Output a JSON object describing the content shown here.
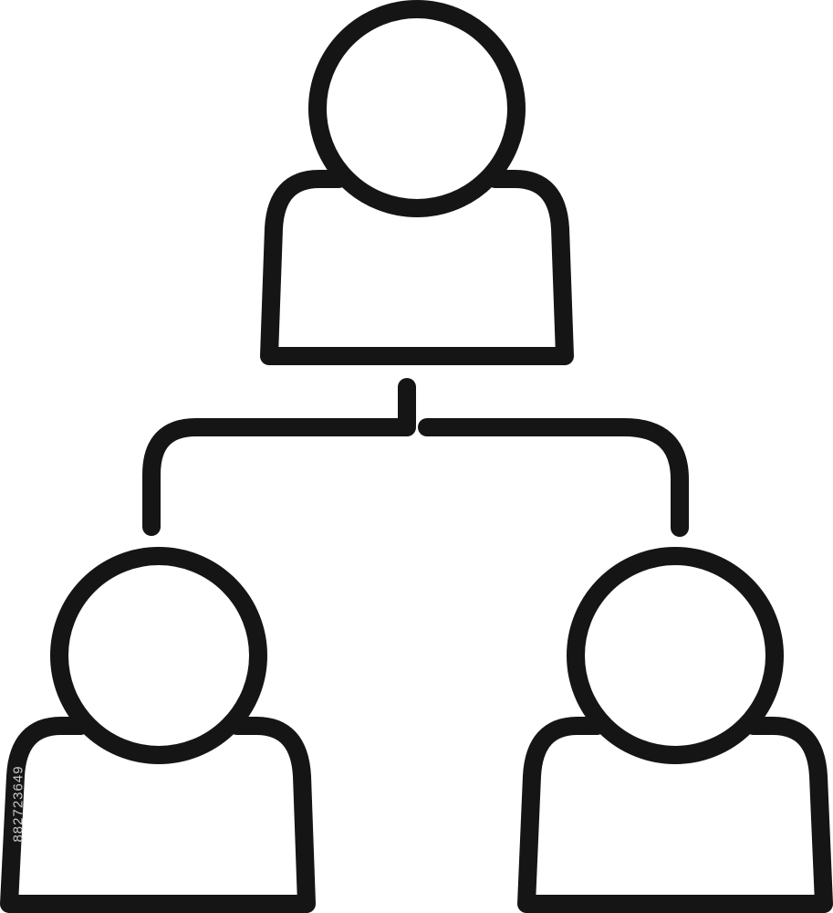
{
  "icon": {
    "name": "org-chart-icon",
    "stroke_color": "#151515",
    "background_color": "#ffffff"
  },
  "nodes": [
    {
      "id": "top-person",
      "role": "parent"
    },
    {
      "id": "left-person",
      "role": "child"
    },
    {
      "id": "right-person",
      "role": "child"
    }
  ],
  "watermark": {
    "text": "882723649",
    "color": "#c9c9c9"
  }
}
